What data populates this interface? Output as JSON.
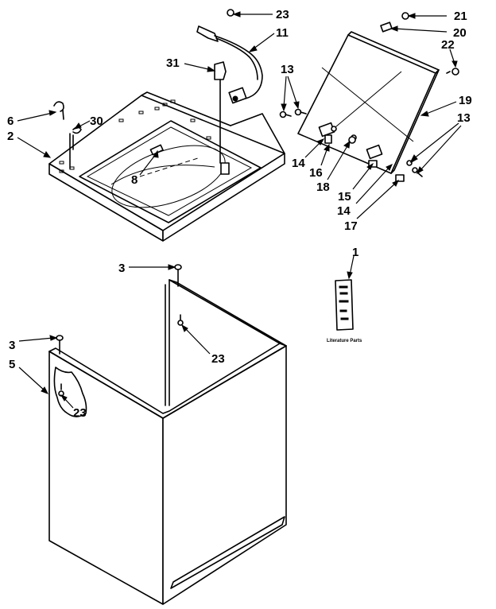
{
  "diagram": {
    "callouts": [
      {
        "id": "c23a",
        "text": "23"
      },
      {
        "id": "c11",
        "text": "11"
      },
      {
        "id": "c31",
        "text": "31"
      },
      {
        "id": "c13a",
        "text": "13"
      },
      {
        "id": "c6",
        "text": "6"
      },
      {
        "id": "c30",
        "text": "30"
      },
      {
        "id": "c2",
        "text": "2"
      },
      {
        "id": "c8",
        "text": "8"
      },
      {
        "id": "c21",
        "text": "21"
      },
      {
        "id": "c20",
        "text": "20"
      },
      {
        "id": "c22",
        "text": "22"
      },
      {
        "id": "c19",
        "text": "19"
      },
      {
        "id": "c13b",
        "text": "13"
      },
      {
        "id": "c14a",
        "text": "14"
      },
      {
        "id": "c16",
        "text": "16"
      },
      {
        "id": "c18",
        "text": "18"
      },
      {
        "id": "c15",
        "text": "15"
      },
      {
        "id": "c14b",
        "text": "14"
      },
      {
        "id": "c17",
        "text": "17"
      },
      {
        "id": "c1",
        "text": "1"
      },
      {
        "id": "c3a",
        "text": "3"
      },
      {
        "id": "c23b",
        "text": "23"
      },
      {
        "id": "c3b",
        "text": "3"
      },
      {
        "id": "c5",
        "text": "5"
      },
      {
        "id": "c23c",
        "text": "23"
      }
    ],
    "literature_label": "Literature Parts"
  }
}
